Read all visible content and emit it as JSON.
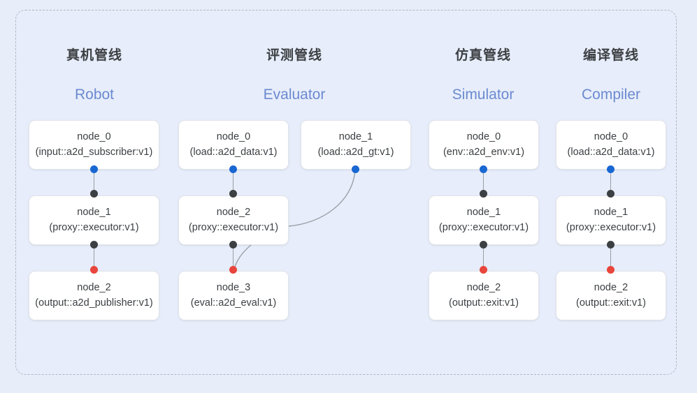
{
  "diagram": {
    "frame_style": "dashed-rounded-container",
    "background_color": "#e8eef9",
    "panel_color": "#e7edfa",
    "dash_border_color": "#b0b6c4"
  },
  "port_colors": {
    "input": "#1967d2",
    "middle": "#3c4043",
    "output": "#e8453c"
  },
  "columns": [
    {
      "title": "真机管线",
      "subtitle": "Robot",
      "nodes": [
        {
          "name": "node_0",
          "type": "(input::a2d_subscriber:v1)"
        },
        {
          "name": "node_1",
          "type": "(proxy::executor:v1)"
        },
        {
          "name": "node_2",
          "type": "(output::a2d_publisher:v1)"
        }
      ]
    },
    {
      "title": "评测管线",
      "subtitle": "Evaluator",
      "nodes": [
        {
          "name": "node_0",
          "type": "(load::a2d_data:v1)"
        },
        {
          "name": "node_1",
          "type": "(load::a2d_gt:v1)"
        },
        {
          "name": "node_2",
          "type": "(proxy::executor:v1)"
        },
        {
          "name": "node_3",
          "type": "(eval::a2d_eval:v1)"
        }
      ]
    },
    {
      "title": "仿真管线",
      "subtitle": "Simulator",
      "nodes": [
        {
          "name": "node_0",
          "type": "(env::a2d_env:v1)"
        },
        {
          "name": "node_1",
          "type": "(proxy::executor:v1)"
        },
        {
          "name": "node_2",
          "type": "(output::exit:v1)"
        }
      ]
    },
    {
      "title": "编译管线",
      "subtitle": "Compiler",
      "nodes": [
        {
          "name": "node_0",
          "type": "(load::a2d_data:v1)"
        },
        {
          "name": "node_1",
          "type": "(proxy::executor:v1)"
        },
        {
          "name": "node_2",
          "type": "(output::exit:v1)"
        }
      ]
    }
  ]
}
